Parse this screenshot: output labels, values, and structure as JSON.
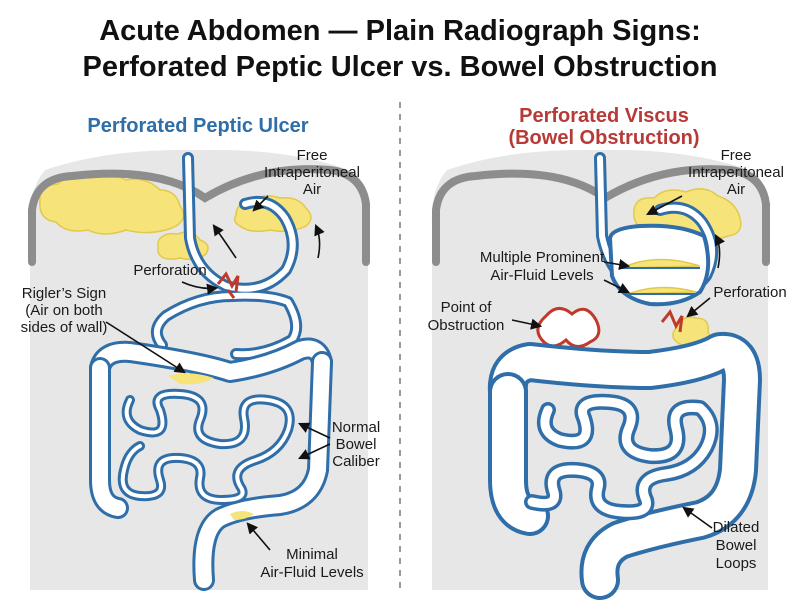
{
  "title": {
    "line1": "Acute Abdomen — Plain Radiograph Signs:",
    "line2": "Perforated Peptic Ulcer vs. Bowel Obstruction"
  },
  "left_panel": {
    "heading": "Perforated Peptic Ulcer",
    "labels": {
      "free_air": [
        "Free",
        "Intraperitoneal",
        "Air"
      ],
      "perforation": "Perforation",
      "riglers": [
        "Rigler’s Sign",
        "(Air on both",
        "sides of wall)"
      ],
      "normal_caliber": [
        "Normal",
        "Bowel",
        "Caliber"
      ],
      "minimal_levels": [
        "Minimal",
        "Air-Fluid Levels"
      ]
    }
  },
  "right_panel": {
    "heading": [
      "Perforated Viscus",
      "(Bowel Obstruction)"
    ],
    "labels": {
      "free_air": [
        "Free",
        "Intraperitoneal",
        "Air"
      ],
      "air_fluid": [
        "Multiple Prominent",
        "Air-Fluid Levels"
      ],
      "perforation": "Perforation",
      "obstruction": [
        "Point of",
        "Obstruction"
      ],
      "dilated": [
        "Dilated",
        "Bowel",
        "Loops"
      ]
    }
  },
  "colors": {
    "title": "#111111",
    "left_heading": "#2f6ea8",
    "right_heading": "#b73a36",
    "organ_outline": "#2f6ea8",
    "free_air": "#f6e37a",
    "perforation": "#c0392b",
    "diaphragm": "#8d8d8d",
    "abdomen_shade": "#e7e7e7"
  }
}
